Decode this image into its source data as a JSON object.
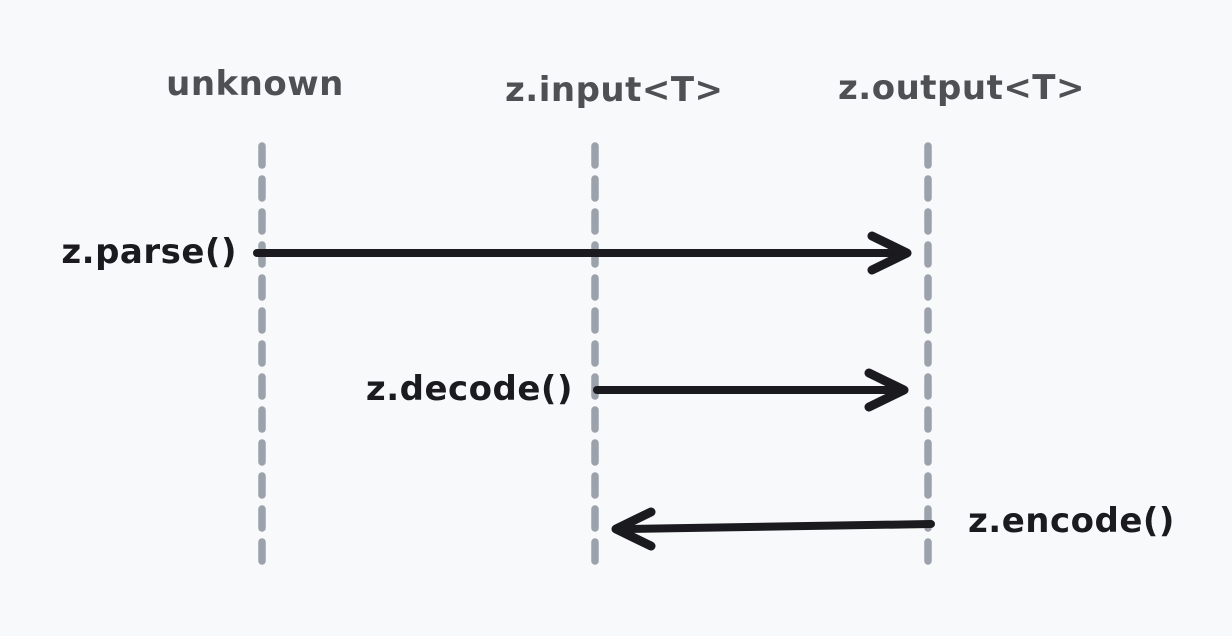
{
  "diagram": {
    "type": "sequence",
    "style": "hand-drawn",
    "lifelines": [
      {
        "id": "unknown",
        "label": "unknown"
      },
      {
        "id": "input",
        "label": "z.input<T>"
      },
      {
        "id": "output",
        "label": "z.output<T>"
      }
    ],
    "messages": [
      {
        "label": "z.parse()",
        "from": "unknown",
        "to": "z.output<T>",
        "direction": "right",
        "label_side": "left-of-source"
      },
      {
        "label": "z.decode()",
        "from": "z.input<T>",
        "to": "z.output<T>",
        "direction": "right",
        "label_side": "left-of-source"
      },
      {
        "label": "z.encode()",
        "from": "z.output<T>",
        "to": "z.input<T>",
        "direction": "left",
        "label_side": "right-of-source"
      }
    ]
  },
  "colors": {
    "background": "#f8f9fa",
    "lifeline_stroke": "#9ba2ac",
    "arrow_stroke": "#1b1b1f",
    "lifeline_label_color": "#4f5053",
    "message_label_color": "#1b1b1f"
  }
}
